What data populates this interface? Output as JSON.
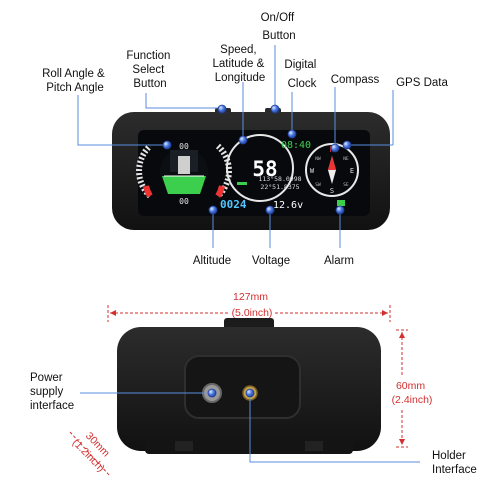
{
  "front_view": {
    "callouts": {
      "roll_pitch": [
        "Roll Angle &",
        "Pitch Angle"
      ],
      "function_button": [
        "Function",
        "Select",
        "Button"
      ],
      "speed_lat_lon": [
        "Speed,",
        "Latitude &",
        "Longitude"
      ],
      "onoff_button": [
        "On/Off",
        "Button"
      ],
      "digital_clock": [
        "Digital",
        "Clock"
      ],
      "compass": "Compass",
      "gps_data": "GPS Data",
      "altitude": "Altitude",
      "voltage": "Voltage",
      "alarm": "Alarm"
    },
    "screen": {
      "speed": "58",
      "clock": "08:40",
      "latitude": "113°58.0998",
      "longitude": "22°51.8375",
      "altitude": "0024",
      "voltage": "12.6v",
      "pitch_value": "00",
      "roll_value": "00",
      "compass_labels": [
        "N",
        "E",
        "S",
        "W",
        "NE",
        "SE",
        "SW",
        "NW"
      ]
    }
  },
  "back_view": {
    "dimensions": {
      "width": [
        "127mm",
        "(5.0inch)"
      ],
      "height": [
        "60mm",
        "(2.4inch)"
      ],
      "depth": [
        "30mm",
        "(1.2inch)"
      ]
    },
    "callouts": {
      "power": [
        "Power",
        "supply",
        "interface"
      ],
      "holder": [
        "Holder",
        "Interface"
      ]
    }
  },
  "colors": {
    "accent_blue": "#3f6fd6",
    "dimension_red": "#d32f2f",
    "device_body": "#1c1c1c",
    "screen_green": "#3ccf4e",
    "screen_cyan": "#52c7ff"
  }
}
